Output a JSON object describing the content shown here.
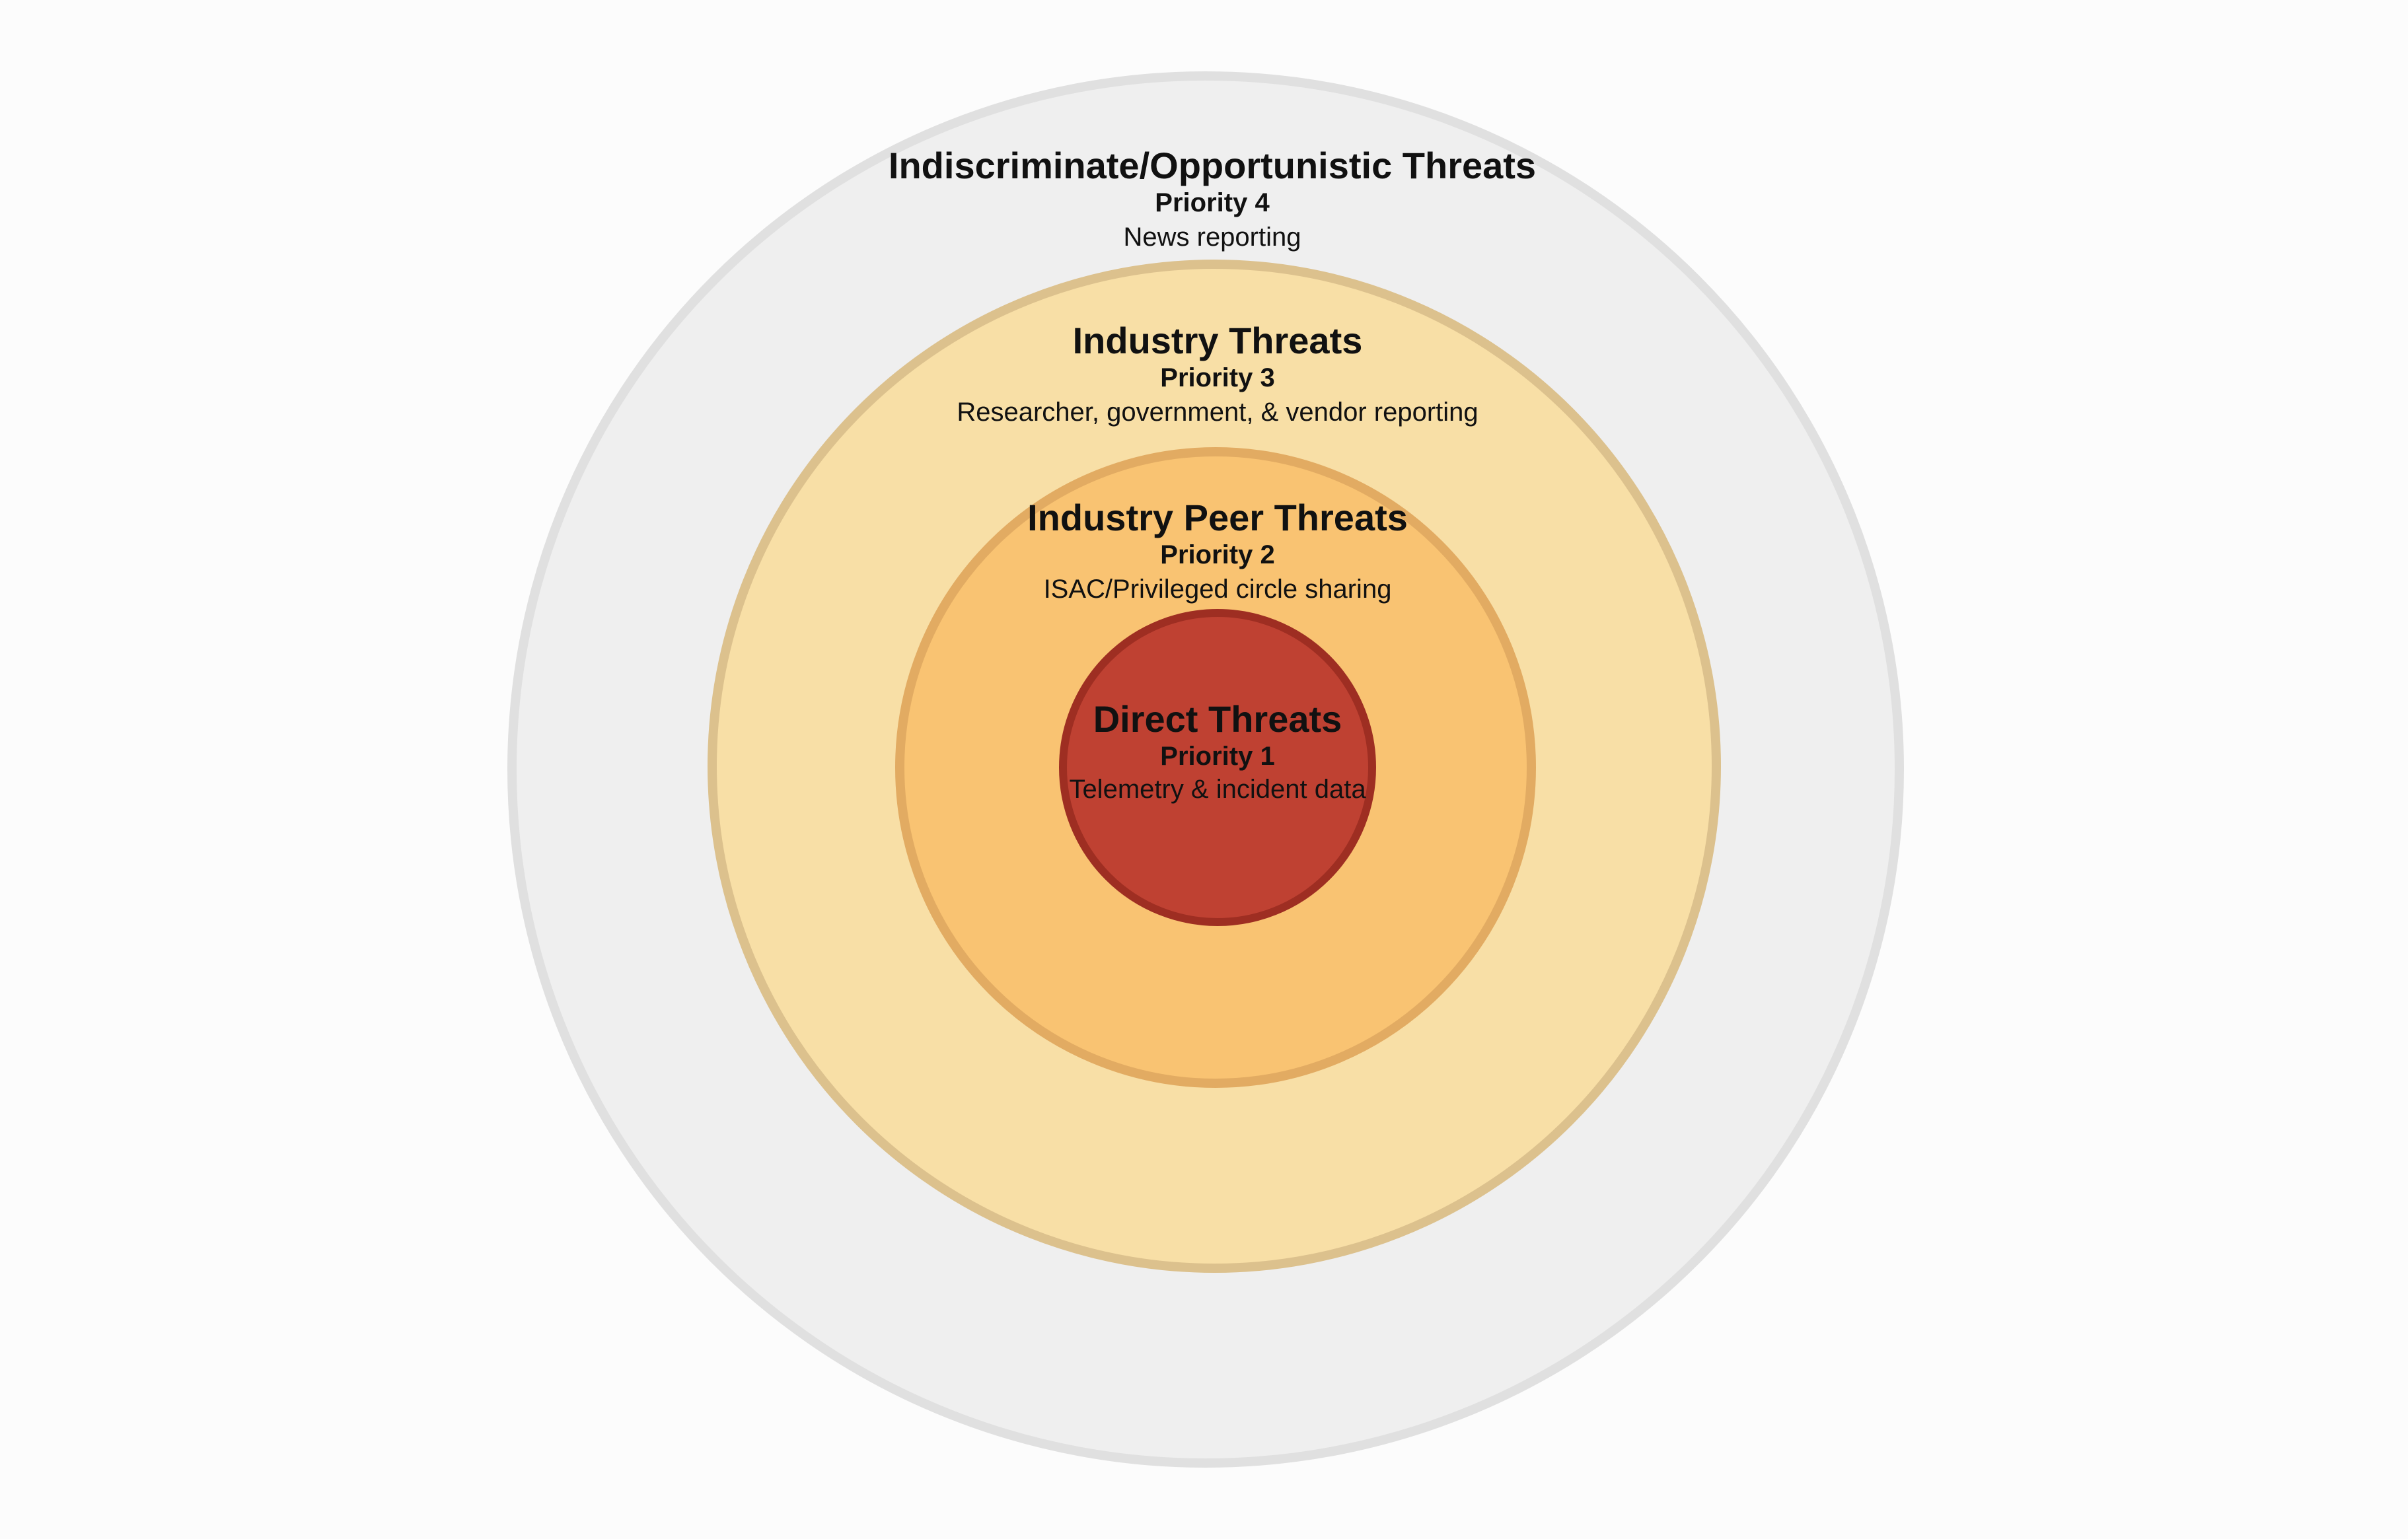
{
  "rings": [
    {
      "title": "Indiscriminate/Opportunistic Threats",
      "priority": "Priority 4",
      "source": "News reporting",
      "fill": "#efefef",
      "stroke": "#e0e0e0"
    },
    {
      "title": "Industry Threats",
      "priority": "Priority 3",
      "source": "Researcher, government, & vendor reporting",
      "fill": "#f8dfa6",
      "stroke": "#dcc18d"
    },
    {
      "title": "Industry Peer Threats",
      "priority": "Priority 2",
      "source": "ISAC/Privileged circle sharing",
      "fill": "#f9c372",
      "stroke": "#e2ab62"
    },
    {
      "title": "Direct Threats",
      "priority": "Priority 1",
      "source": "Telemetry & incident data",
      "fill": "#bf4132",
      "stroke": "#9e2e22"
    }
  ]
}
